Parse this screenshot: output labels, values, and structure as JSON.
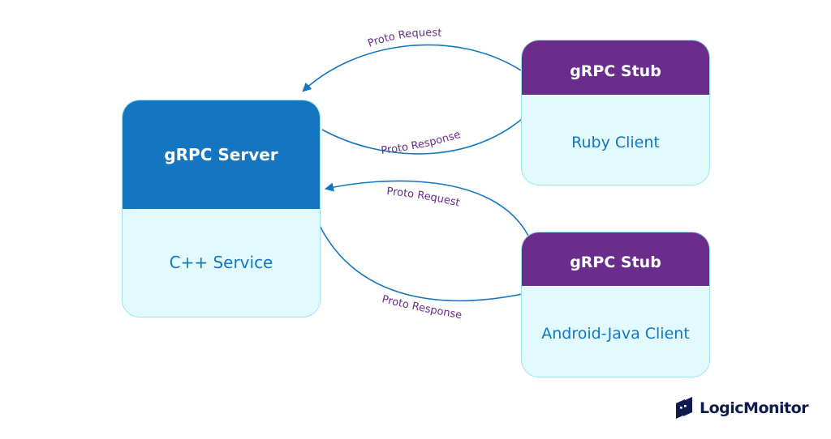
{
  "server": {
    "title": "gRPC Server",
    "subtitle": "C++ Service",
    "header_color": "#1476c0"
  },
  "clients": [
    {
      "stub_label": "gRPC Stub",
      "client_label": "Ruby Client",
      "header_color": "#6a2d8b"
    },
    {
      "stub_label": "gRPC Stub",
      "client_label": "Android-Java Client",
      "header_color": "#6a2d8b"
    }
  ],
  "edges": [
    {
      "label": "Proto Request",
      "from": "Ruby Client stub",
      "to": "gRPC Server"
    },
    {
      "label": "Proto Response",
      "from": "gRPC Server",
      "to": "Ruby Client stub"
    },
    {
      "label": "Proto Request",
      "from": "Android-Java Client stub",
      "to": "gRPC Server"
    },
    {
      "label": "Proto Response",
      "from": "gRPC Server",
      "to": "Android-Java Client stub"
    }
  ],
  "colors": {
    "arrow": "#1476c0",
    "edge_label": "#6a2d8b",
    "node_body": "#e2f9fe",
    "node_border": "#9fe4f2"
  },
  "logo": {
    "text": "LogicMonitor",
    "color": "#0e1b4d"
  }
}
